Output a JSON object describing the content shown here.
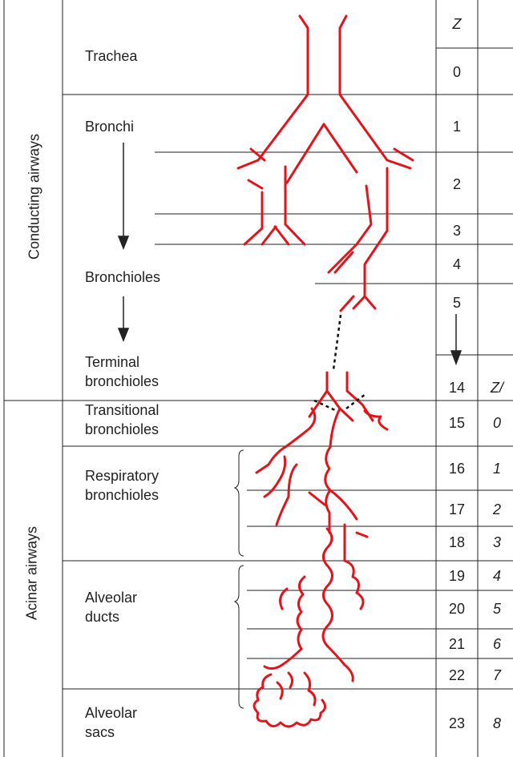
{
  "categories": {
    "conducting": "Conducting airways",
    "acinar": "Acinar airways"
  },
  "sections": {
    "trachea": "Trachea",
    "bronchi": "Bronchi",
    "bronchioles": "Bronchioles",
    "terminal": "Terminal\nbronchioles",
    "transitional": "Transitional\nbronchioles",
    "respiratory": "Respiratory\nbronchioles",
    "ducts": "Alveolar\nducts",
    "sacs": "Alveolar\nsacs"
  },
  "columns": {
    "z_header": "Z",
    "zprime_header": "Z/"
  },
  "z_values": [
    "0",
    "1",
    "2",
    "3",
    "4",
    "5",
    "14",
    "15",
    "16",
    "17",
    "18",
    "19",
    "20",
    "21",
    "22",
    "23"
  ],
  "zprime_values": [
    "0",
    "1",
    "2",
    "3",
    "4",
    "5",
    "6",
    "7",
    "8"
  ],
  "colors": {
    "airway": "#e3131b",
    "line": "#222222",
    "dash": "#111111"
  }
}
